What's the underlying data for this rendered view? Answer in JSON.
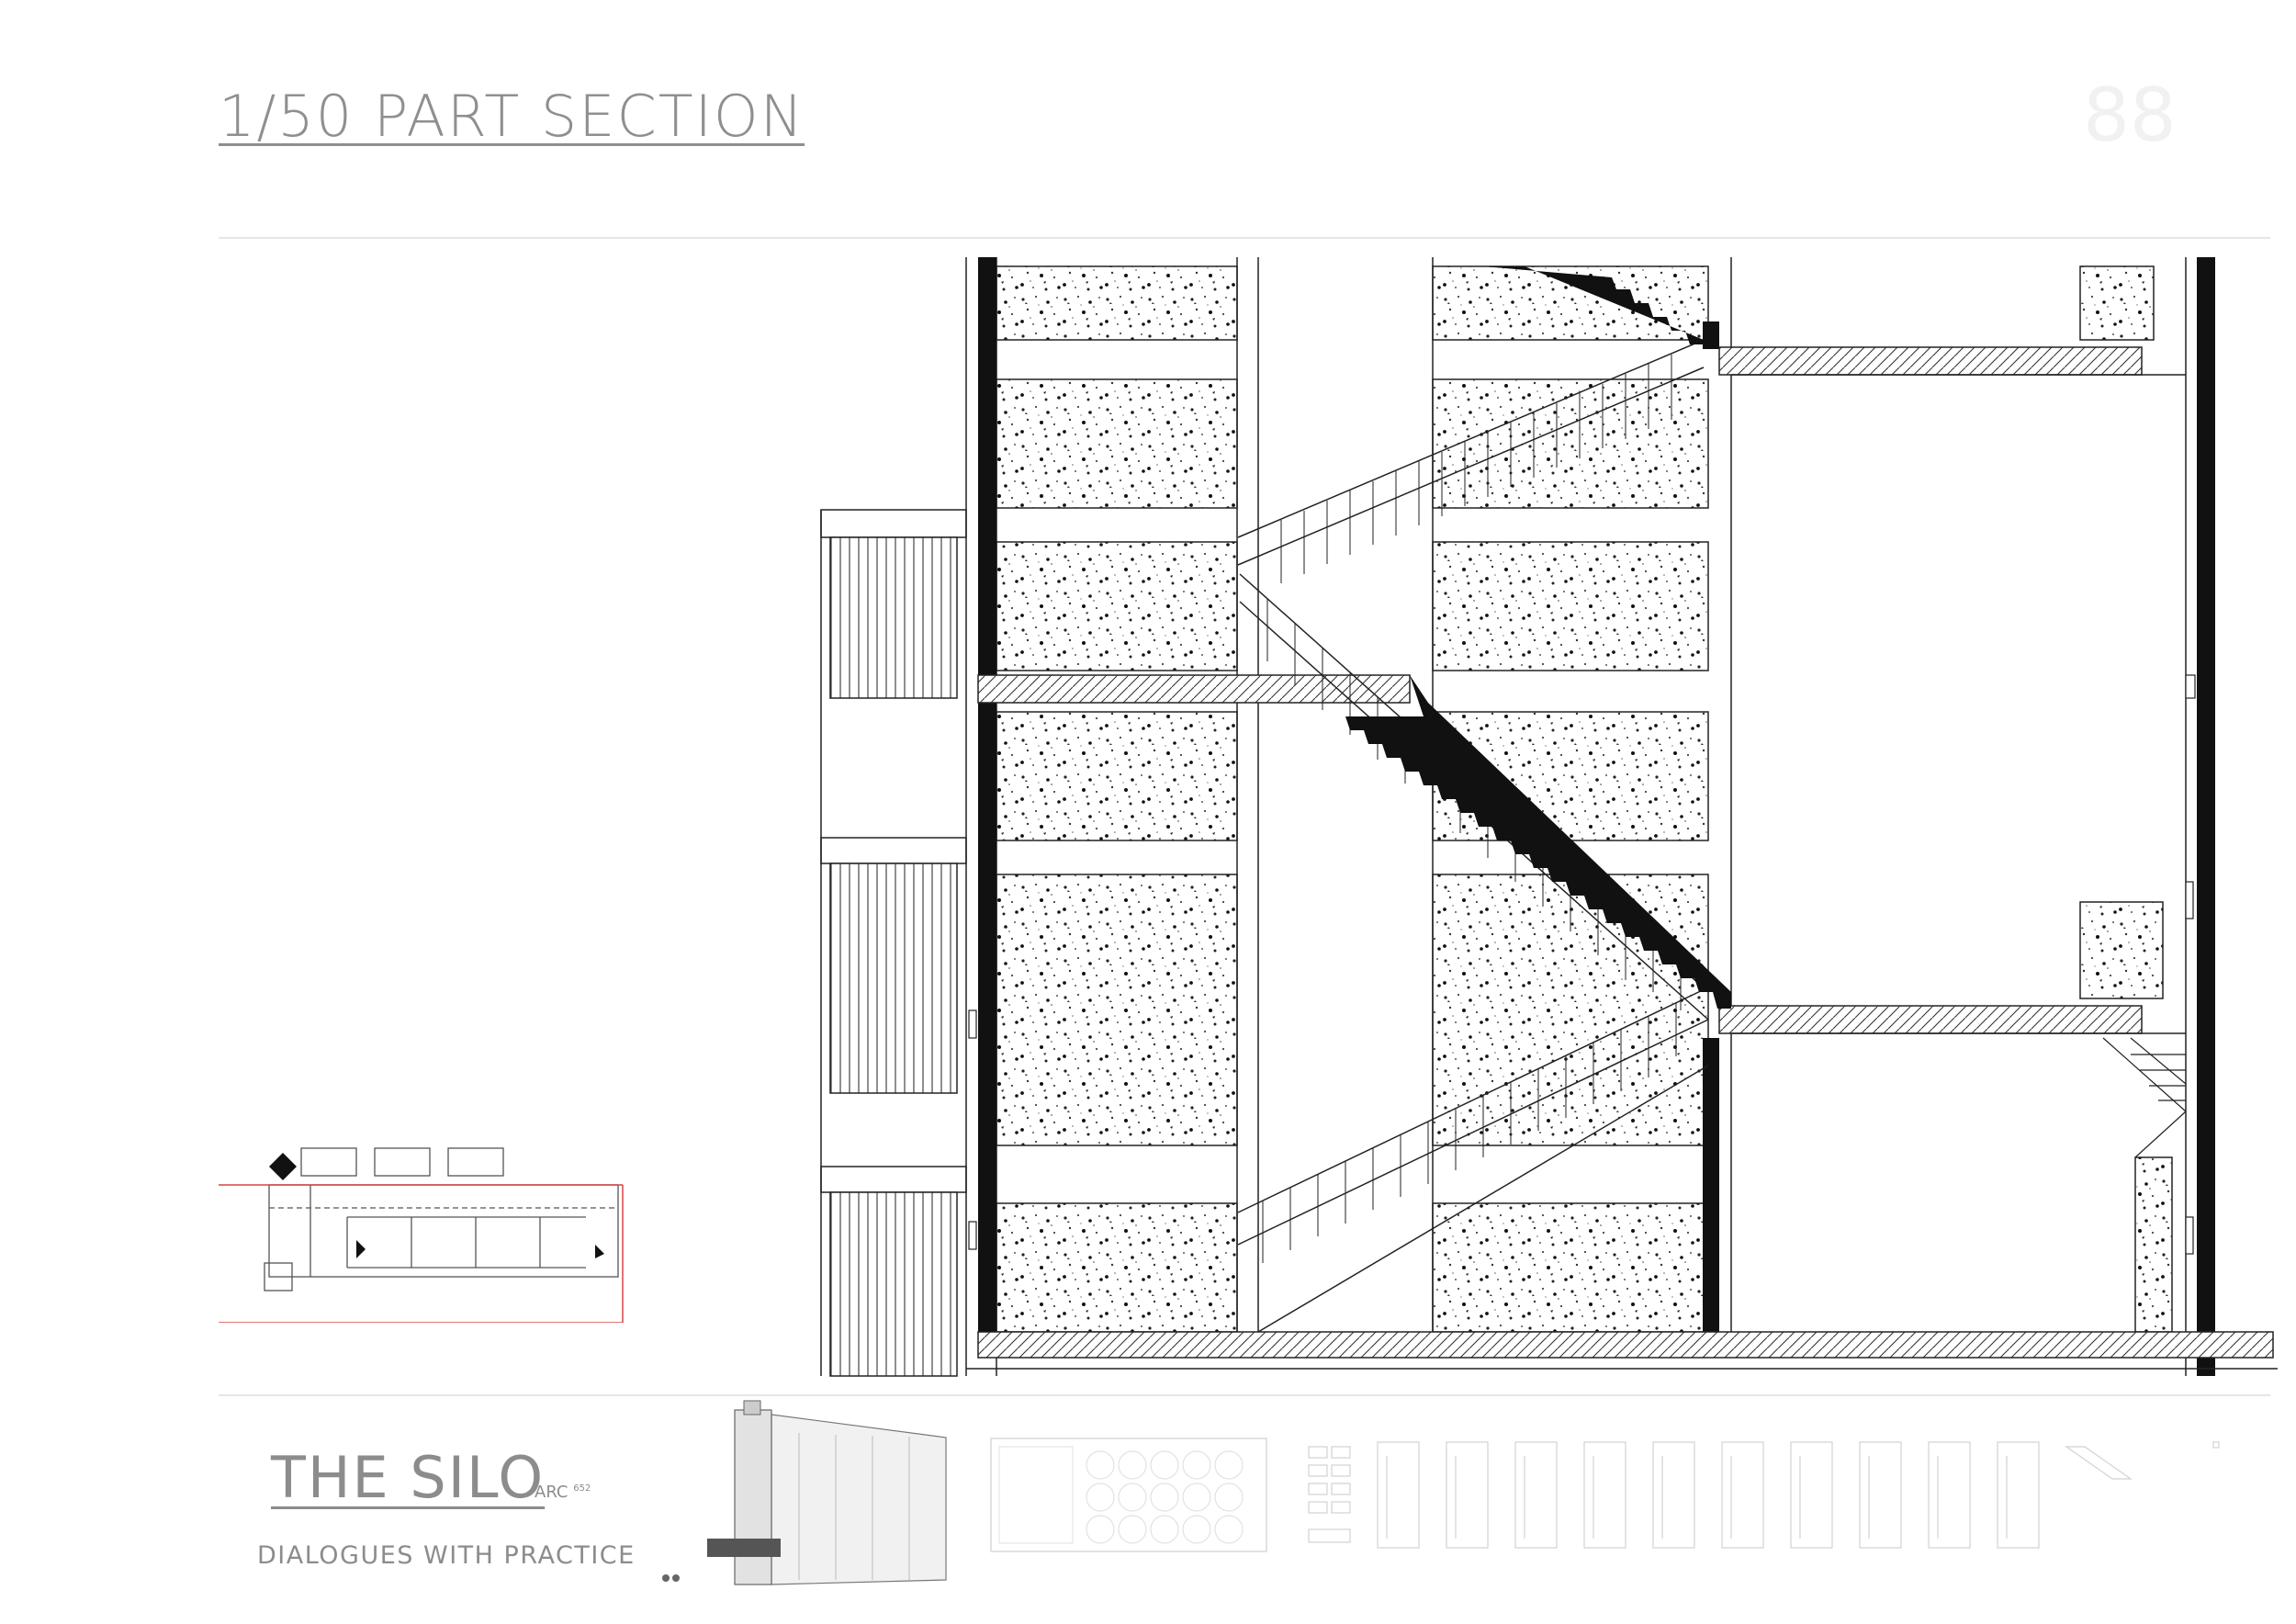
{
  "header": {
    "title": "1/50 PART SECTION",
    "page_number": "88"
  },
  "footer": {
    "project_title": "THE SILO",
    "course_code": "ARC",
    "course_number": "652",
    "subtitle": "DIALOGUES WITH PRACTICE"
  },
  "drawings": {
    "section": "staircase-part-section",
    "key_plan": "key-plan",
    "thumbnails": [
      "silo-perspective",
      "facade-panel-pattern",
      "floor-plan-sequence"
    ]
  },
  "colors": {
    "title_gray": "#8f8f8f",
    "page_number": "#f1f1f1",
    "key_plan_marker": "#d64545",
    "ink": "#111111"
  }
}
